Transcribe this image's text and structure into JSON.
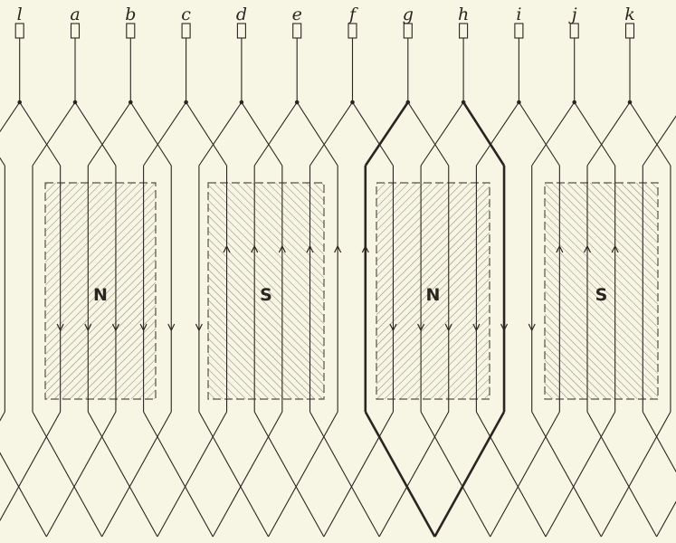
{
  "segment_labels": [
    "l",
    "a",
    "b",
    "c",
    "d",
    "e",
    "f",
    "g",
    "h",
    "i",
    "j",
    "k"
  ],
  "poles": [
    {
      "label": "N",
      "hatch": "back"
    },
    {
      "label": "S",
      "hatch": "forward"
    },
    {
      "label": "N",
      "hatch": "back"
    },
    {
      "label": "S",
      "hatch": "forward"
    }
  ],
  "highlighted_coil": [
    "g",
    "h"
  ],
  "colors": {
    "background": "#f7f5e3",
    "ink": "#2a2520",
    "hatch": "#8a8578"
  }
}
